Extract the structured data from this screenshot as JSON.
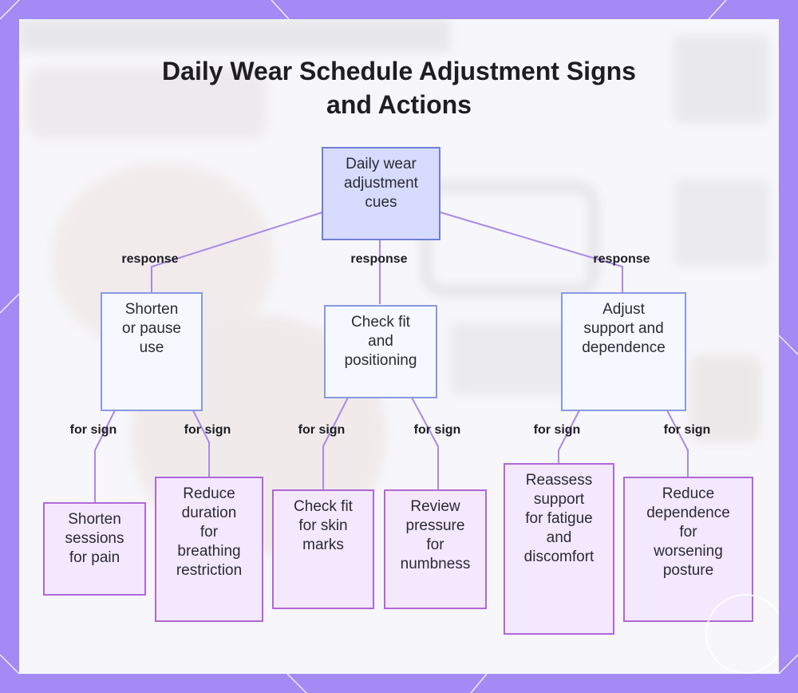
{
  "title": [
    "Daily Wear Schedule Adjustment Signs",
    "and Actions"
  ],
  "colors": {
    "frame": "#a38af5",
    "root_fill": "#d6dbff",
    "root_border": "#6f7fd6",
    "mid_fill": "#f5f8ff",
    "mid_border": "#8899e3",
    "leaf_fill": "#f4e8ff",
    "leaf_border": "#b068d8",
    "connector": "#a78be6"
  },
  "nodes": {
    "root": [
      "Daily wear",
      "adjustment",
      "cues"
    ],
    "shorten_pause": [
      "Shorten",
      "or pause",
      "use"
    ],
    "check_fit": [
      "Check fit",
      "and",
      "positioning"
    ],
    "adjust_support": [
      "Adjust",
      "support and",
      "dependence"
    ],
    "shorten_sessions": [
      "Shorten",
      "sessions",
      "for pain"
    ],
    "reduce_duration": [
      "Reduce",
      "duration",
      "for",
      "breathing",
      "restriction"
    ],
    "check_skin": [
      "Check fit",
      "for skin",
      "marks"
    ],
    "review_pressure": [
      "Review",
      "pressure",
      "for",
      "numbness"
    ],
    "reassess_support": [
      "Reassess",
      "support",
      "for fatigue",
      "and",
      "discomfort"
    ],
    "reduce_dependence": [
      "Reduce",
      "dependence",
      "for",
      "worsening",
      "posture"
    ]
  },
  "edge_labels": {
    "response": "response",
    "for_sign": "for sign"
  }
}
